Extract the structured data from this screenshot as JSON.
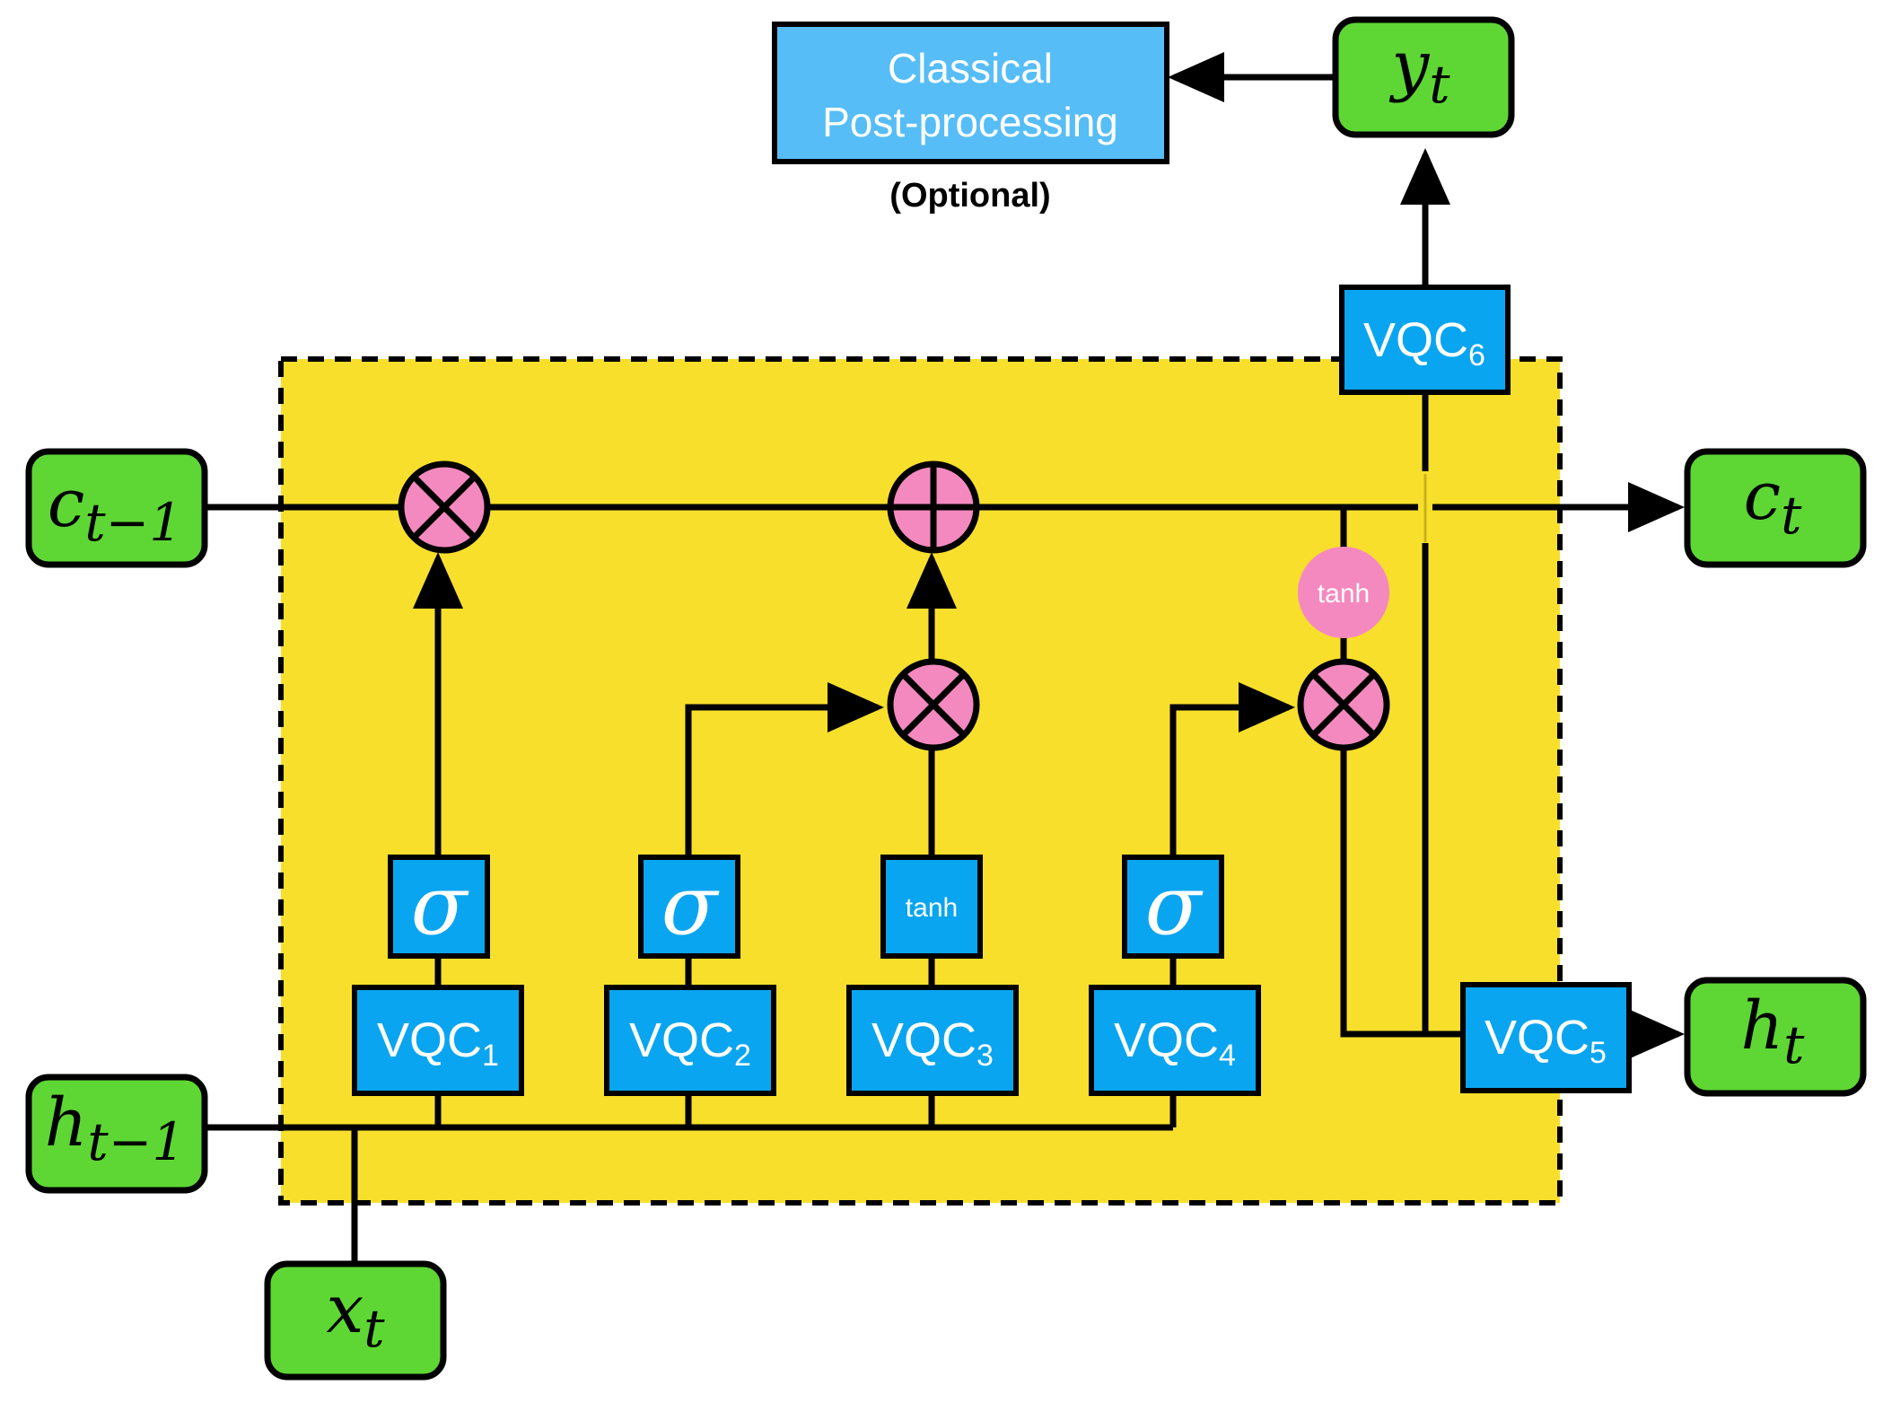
{
  "colors": {
    "cell_fill": "#f8df2c",
    "vqc_fill": "#0aa5f0",
    "io_fill": "#5ed734",
    "post_fill": "#57bdf7",
    "op_fill": "#f489bf",
    "stroke": "#000000",
    "label_white": "#ffffff"
  },
  "post_processing": {
    "line1": "Classical",
    "line2": "Post-processing",
    "note": "(Optional)"
  },
  "io": {
    "c_prev": {
      "base": "c",
      "sub": "t−1"
    },
    "c_next": {
      "base": "c",
      "sub": "t"
    },
    "h_prev": {
      "base": "h",
      "sub": "t−1"
    },
    "h_next": {
      "base": "h",
      "sub": "t"
    },
    "x": {
      "base": "x",
      "sub": "t"
    },
    "y": {
      "base": "y",
      "sub": "t"
    }
  },
  "vqc": [
    {
      "base": "VQC",
      "sub": "1"
    },
    {
      "base": "VQC",
      "sub": "2"
    },
    {
      "base": "VQC",
      "sub": "3"
    },
    {
      "base": "VQC",
      "sub": "4"
    },
    {
      "base": "VQC",
      "sub": "5"
    },
    {
      "base": "VQC",
      "sub": "6"
    }
  ],
  "activations": {
    "sigma1": "σ",
    "sigma2": "σ",
    "tanh3": "tanh",
    "sigma4": "σ"
  },
  "ops": {
    "tanh_circle": "tanh"
  }
}
